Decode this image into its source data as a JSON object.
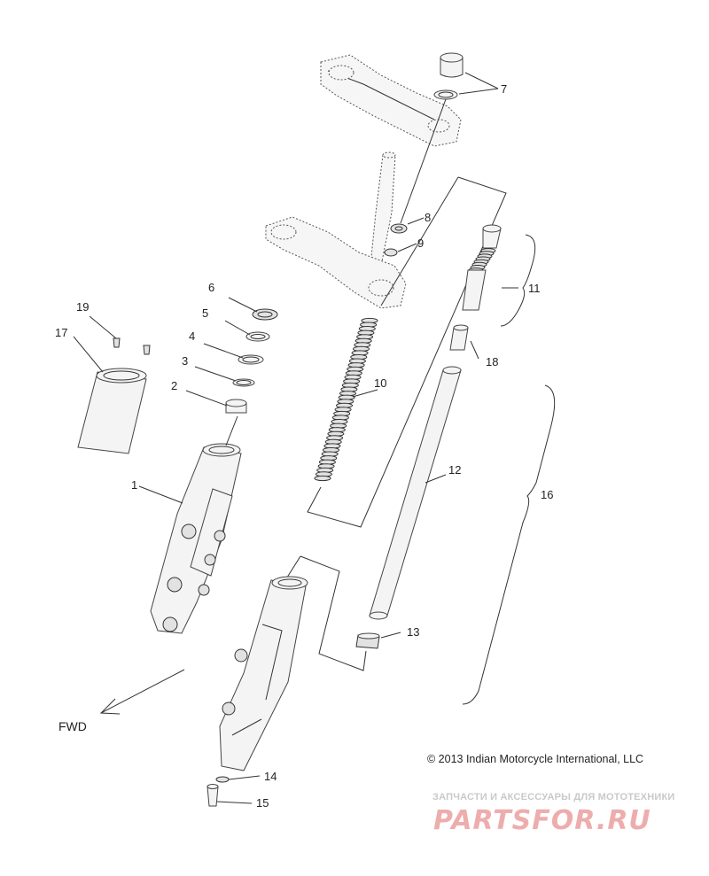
{
  "callouts": {
    "c1": "1",
    "c2": "2",
    "c3": "3",
    "c4": "4",
    "c5": "5",
    "c6": "6",
    "c7": "7",
    "c8": "8",
    "c9": "9",
    "c10": "10",
    "c11": "11",
    "c12": "12",
    "c13": "13",
    "c14": "14",
    "c15": "15",
    "c16": "16",
    "c17": "17",
    "c18": "18",
    "c19": "19"
  },
  "direction_label": "FWD",
  "copyright": "© 2013 Indian Motorcycle International, LLC",
  "watermark": {
    "tagline": "ЗАПЧАСТИ И АКСЕССУАРЫ ДЛЯ МОТОТЕХНИКИ",
    "logo": "PARTSFOR.RU",
    "color": "#e06a6a"
  }
}
